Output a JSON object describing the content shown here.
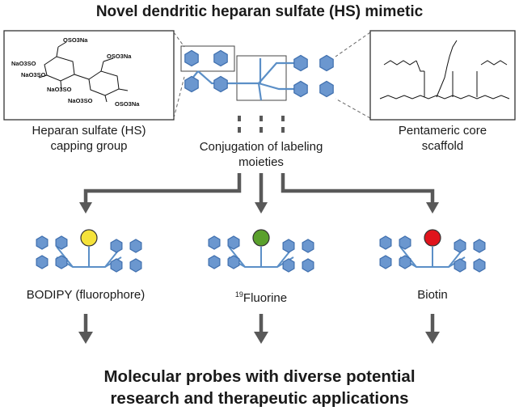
{
  "title": "Novel dendritic heparan sulfate (HS) mimetic",
  "hs_group": {
    "line1": "Heparan sulfate (HS)",
    "line2": "capping group"
  },
  "core": {
    "line1": "Pentameric core",
    "line2": "scaffold"
  },
  "conjugation": {
    "line1": "Conjugation of labeling",
    "line2": "moieties"
  },
  "probes": [
    {
      "label": "BODIPY (fluorophore)",
      "marker_color": "#f5e23a"
    },
    {
      "sup": "19",
      "label": "Fluorine",
      "marker_color": "#5aa02c"
    },
    {
      "label": "Biotin",
      "marker_color": "#e0141c"
    }
  ],
  "hs_structure_labels": [
    "OSO3Na",
    "NaO3SO",
    "NaO3SO",
    "NaO3SO",
    "OSO3Na",
    "NaO3SO",
    "OSO3Na"
  ],
  "bottom": {
    "line1": "Molecular probes with diverse potential",
    "line2": "research and therapeutic applications"
  },
  "colors": {
    "hexagon_fill": "#6b97cf",
    "hexagon_stroke": "#3f6fae",
    "branch": "#5b8fc7",
    "arrow": "#595959"
  }
}
